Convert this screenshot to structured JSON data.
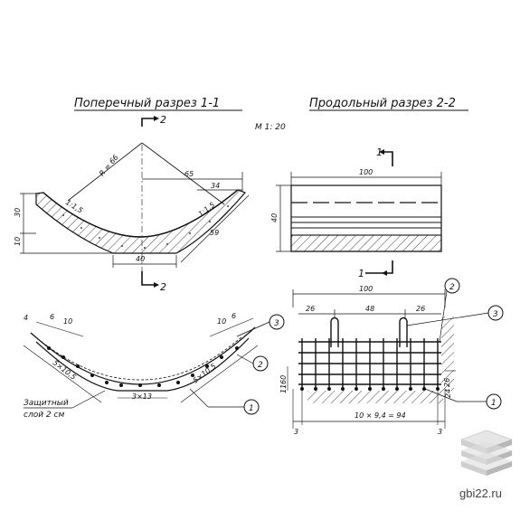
{
  "titles": {
    "cross_section": "Поперечный разрез 1-1",
    "longitudinal_section": "Продольный разрез 2-2",
    "scale": "М 1: 20"
  },
  "section_marks": {
    "cut2_top": "2",
    "cut2_bottom": "2",
    "cut1_top": "1",
    "cut1_bottom": "1"
  },
  "cross_dims": {
    "radius": "R = 66",
    "d65": "65",
    "d34": "34",
    "slope_left": "1:1,5",
    "slope_right": "1:1,5",
    "d59": "59",
    "d40": "40",
    "d30": "30",
    "d10": "10"
  },
  "long_dims": {
    "d100": "100",
    "d40": "40"
  },
  "rebar_cross": {
    "d4": "4",
    "d6_left": "6",
    "d10_left": "10",
    "d10_right": "10",
    "d6_right": "6",
    "spacing_left": "5×10,5",
    "spacing_right": "5×10,5",
    "spacing_bottom": "3×13",
    "cover_label_1": "Защитный",
    "cover_label_2": "слой 2 см",
    "callout_1": "1",
    "callout_2": "2",
    "callout_3": "3"
  },
  "rebar_long": {
    "d100": "100",
    "d26_left": "26",
    "d48": "48",
    "d26_right": "26",
    "v26": "26",
    "v24": "24",
    "v11": "11",
    "v60": "60",
    "spacing": "10 × 9,4 = 94",
    "d3_left": "3",
    "d3_right": "3",
    "callout_1": "1",
    "callout_2": "2",
    "callout_3": "3"
  },
  "watermark": {
    "site": "gbi22.ru"
  }
}
